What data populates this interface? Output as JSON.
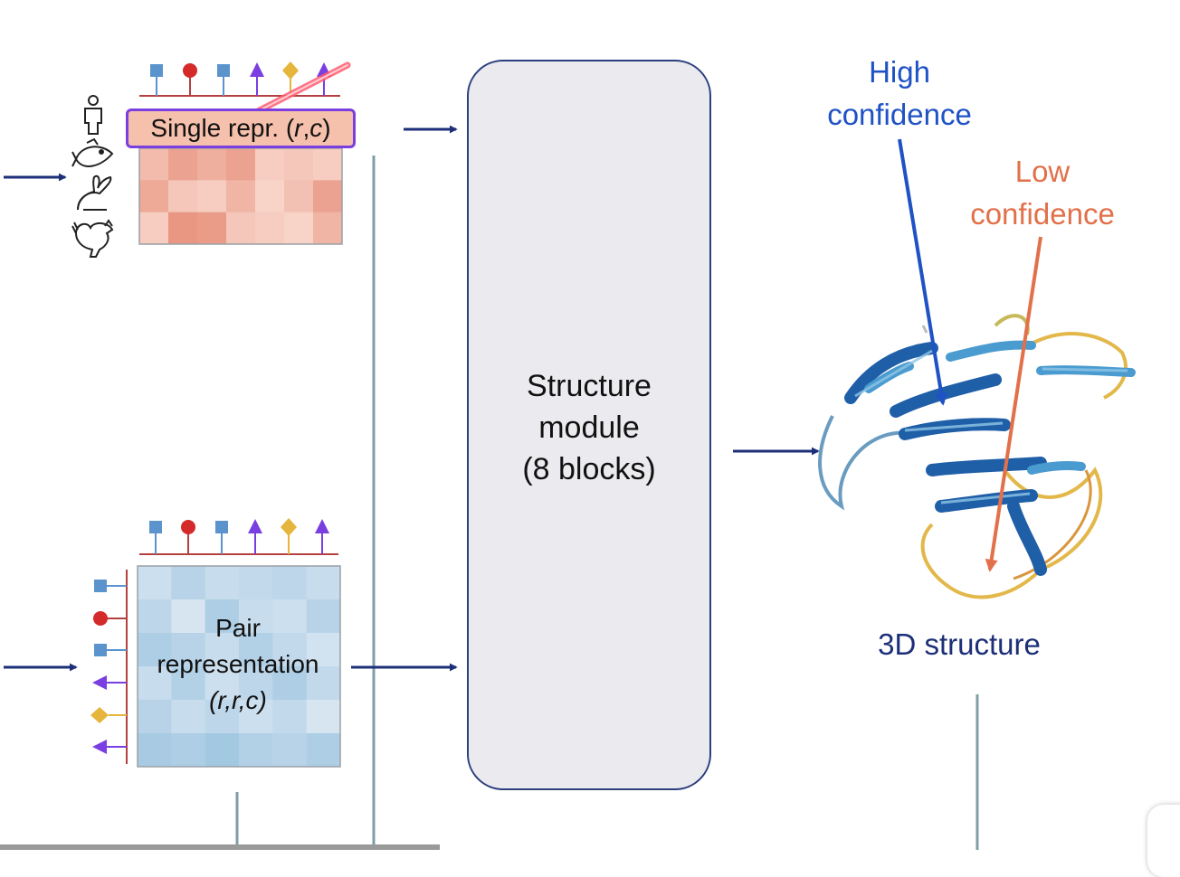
{
  "single": {
    "label_prefix": "Single repr. (",
    "label_r": "r",
    "label_sep": ",",
    "label_c": "c",
    "label_suffix": ")"
  },
  "pair": {
    "line1": "Pair",
    "line2": "representation",
    "line3": "(r,r,c)"
  },
  "module": {
    "line1": "Structure",
    "line2": "module",
    "line3": "(8 blocks)"
  },
  "confidence": {
    "high_line1": "High",
    "high_line2": "confidence",
    "low_line1": "Low",
    "low_line2": "confidence"
  },
  "output": {
    "label": "3D structure"
  },
  "colors": {
    "arrow": "#1c2f78",
    "module_border": "#2d3f7e",
    "module_fill": "#ebebef",
    "single_highlight": "#7b3fe0",
    "high_confidence": "#1f52c4",
    "low_confidence": "#e2704a",
    "marker_blue": "#5b93cc",
    "marker_red": "#d42a2a",
    "marker_purple": "#7a3fe0",
    "marker_gold": "#e5b53c",
    "axis_red": "#b54040"
  },
  "icons": {
    "species": [
      "human-icon",
      "fish-icon",
      "rabbit-icon",
      "rooster-icon"
    ],
    "residue_markers": [
      "square-marker",
      "circle-marker",
      "square-marker",
      "triangle-marker",
      "diamond-marker",
      "triangle-marker"
    ]
  },
  "single_heatmap": [
    [
      0.35,
      0.55,
      0.45,
      0.55,
      0.2,
      0.25,
      0.2
    ],
    [
      0.5,
      0.25,
      0.2,
      0.4,
      0.15,
      0.3,
      0.55
    ],
    [
      0.2,
      0.65,
      0.6,
      0.25,
      0.2,
      0.15,
      0.4
    ]
  ],
  "pair_heatmap": [
    [
      0.25,
      0.45,
      0.3,
      0.35,
      0.4,
      0.3
    ],
    [
      0.4,
      0.15,
      0.55,
      0.3,
      0.25,
      0.45
    ],
    [
      0.55,
      0.45,
      0.3,
      0.5,
      0.35,
      0.2
    ],
    [
      0.3,
      0.5,
      0.25,
      0.4,
      0.55,
      0.35
    ],
    [
      0.45,
      0.3,
      0.4,
      0.25,
      0.35,
      0.15
    ],
    [
      0.6,
      0.55,
      0.65,
      0.5,
      0.45,
      0.55
    ]
  ]
}
